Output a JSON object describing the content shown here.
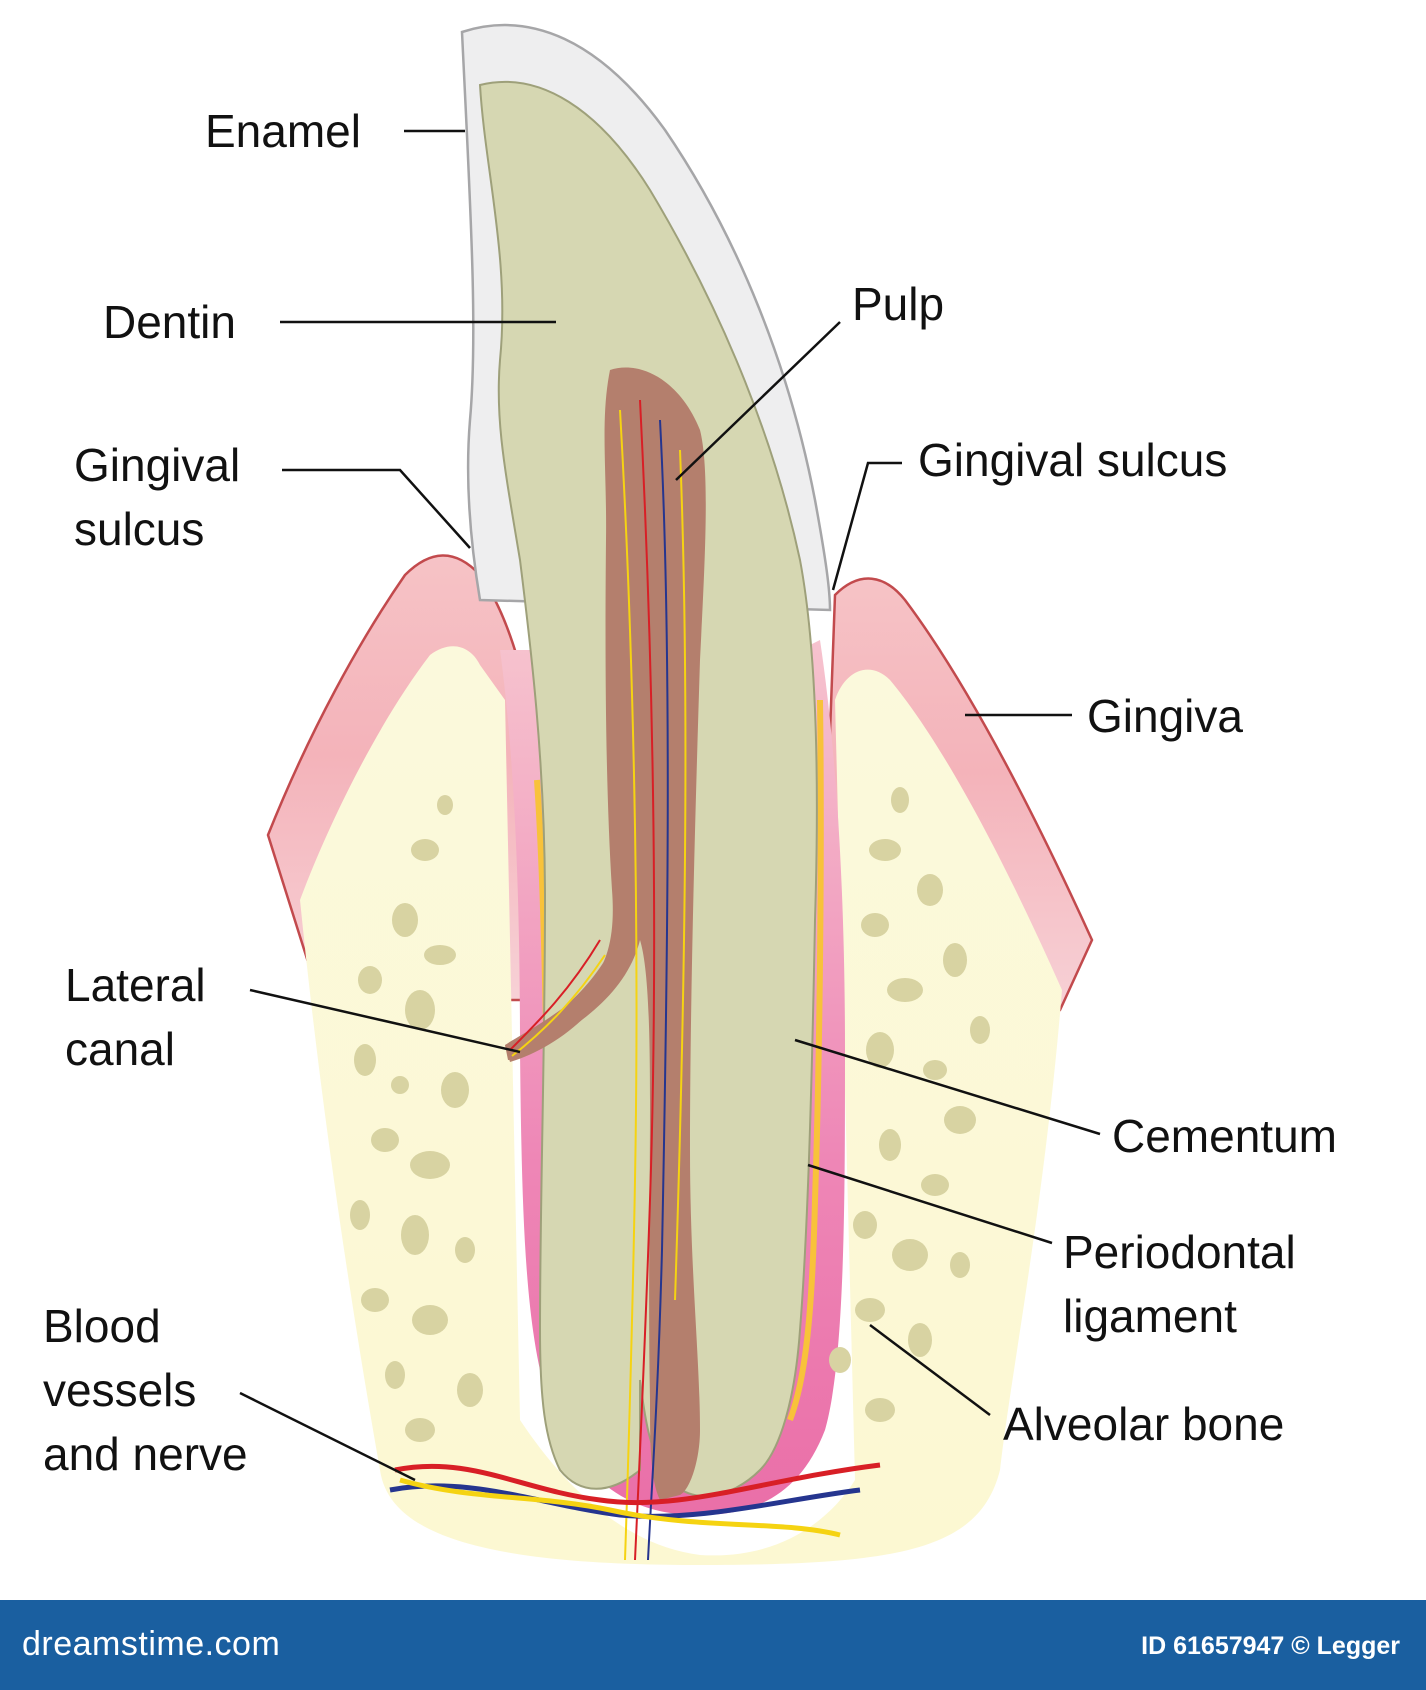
{
  "labels": {
    "enamel": [
      "Enamel"
    ],
    "dentin": [
      "Dentin"
    ],
    "pulp": [
      "Pulp"
    ],
    "gingival_sulcus_left": [
      "Gingival",
      "sulcus"
    ],
    "gingival_sulcus_right": [
      "Gingival sulcus"
    ],
    "gingiva": [
      "Gingiva"
    ],
    "lateral_canal": [
      "Lateral",
      "canal"
    ],
    "cementum": [
      "Cementum"
    ],
    "periodontal_ligament": [
      "Periodontal",
      "ligament"
    ],
    "alveolar_bone": [
      "Alveolar bone"
    ],
    "blood_vessels_nerve": [
      "Blood",
      "vessels",
      "and nerve"
    ]
  },
  "footer": {
    "brand": "dreamstime.com",
    "id_text": "ID 61657947 © Legger"
  },
  "colors": {
    "enamel": "#e9e9ea",
    "dentin": "#d6d7b2",
    "pulp": "#b47f6d",
    "gingiva": "#f2b8bf",
    "gingiva_edge": "#c24a4d",
    "bone": "#fbf8d6",
    "bone_spots": "#d8d3a2",
    "ligament": "#ee7fb2",
    "cementum": "#f8c23a",
    "artery": "#d81f26",
    "vein": "#25358f",
    "nerve": "#f5d312",
    "footer_bg": "#1a5fa0"
  }
}
